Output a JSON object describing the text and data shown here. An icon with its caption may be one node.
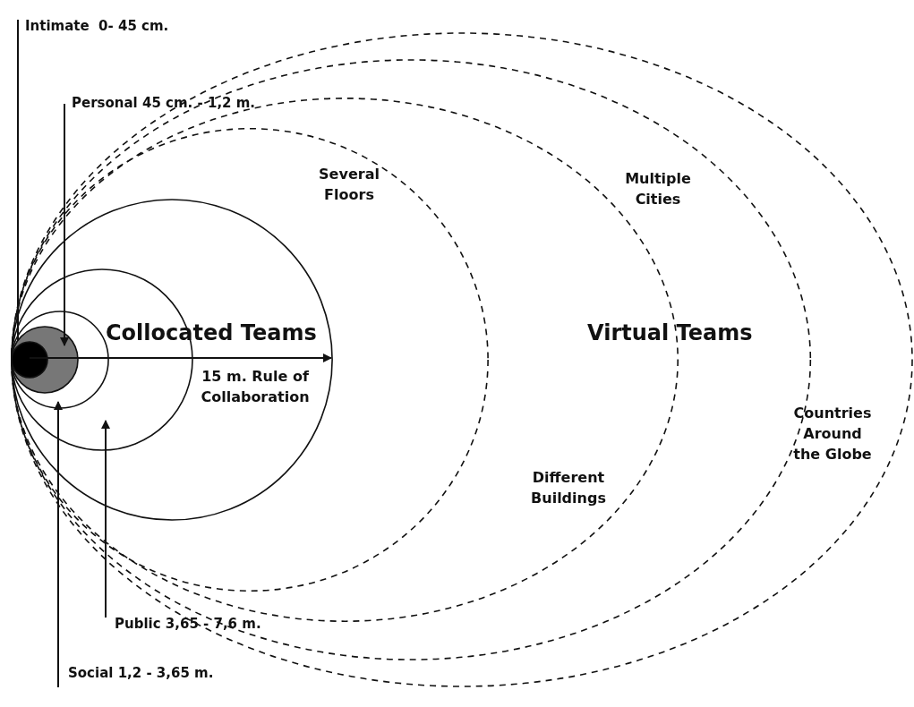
{
  "diagram": {
    "nodes": [
      {
        "text": [
          "Intimate  0- 45 cm."
        ]
      },
      {
        "text": [
          "Personal 45 cm. - 1,2 m."
        ]
      },
      {
        "text": [
          "Social 1,2 - 3,65 m."
        ]
      },
      {
        "text": [
          "Public 3,65 - 7,6 m."
        ]
      },
      {
        "text": [],
        "shape": "ellipse"
      },
      {
        "text": [],
        "shape": "ellipse",
        "in": 4
      },
      {
        "text": [],
        "shape": "ellipse",
        "in": 5
      },
      {
        "text": [],
        "shape": "ellipse",
        "in": 6
      },
      {
        "text": [],
        "shape": "circle",
        "in": 7
      },
      {
        "text": [],
        "shape": "circle",
        "in": 8
      },
      {
        "text": [],
        "shape": "circle",
        "in": 9
      },
      {
        "text": [],
        "shape": "circle",
        "in": 10
      },
      {
        "text": [],
        "shape": "circle",
        "in": 11
      }
    ],
    "edges": [
      {
        "from": 0,
        "to": 12,
        "arrow": "none"
      },
      {
        "from": 1,
        "to": 11,
        "arrow": "to"
      },
      {
        "from": 2,
        "to": 10,
        "arrow": "to"
      },
      {
        "from": 3,
        "to": 9,
        "arrow": "to"
      },
      {
        "from": 12,
        "to": 8,
        "arrow": "to",
        "label": "15 m. Rule of Collaboration"
      }
    ],
    "labels": [
      "Several Floors",
      "Multiple Cities",
      "Collocated Teams",
      "Virtual Teams",
      "Countries Around the Globe",
      "Different Buildings"
    ]
  }
}
